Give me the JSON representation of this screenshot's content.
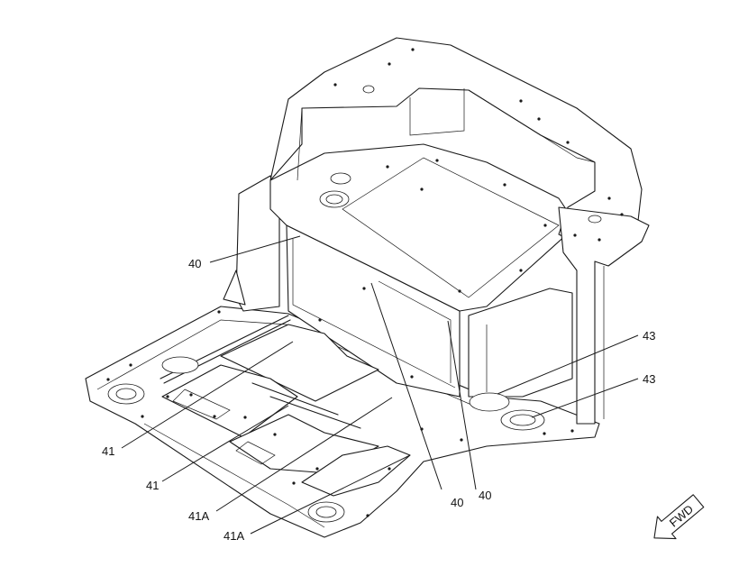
{
  "callouts": [
    {
      "id": "c40a",
      "label": "40"
    },
    {
      "id": "c40b",
      "label": "40"
    },
    {
      "id": "c40c",
      "label": "40"
    },
    {
      "id": "c41a",
      "label": "41"
    },
    {
      "id": "c41b",
      "label": "41"
    },
    {
      "id": "c41Aa",
      "label": "41A"
    },
    {
      "id": "c41Ab",
      "label": "41A"
    },
    {
      "id": "c43a",
      "label": "43"
    },
    {
      "id": "c43b",
      "label": "43"
    }
  ],
  "fwd_label": "FWD"
}
